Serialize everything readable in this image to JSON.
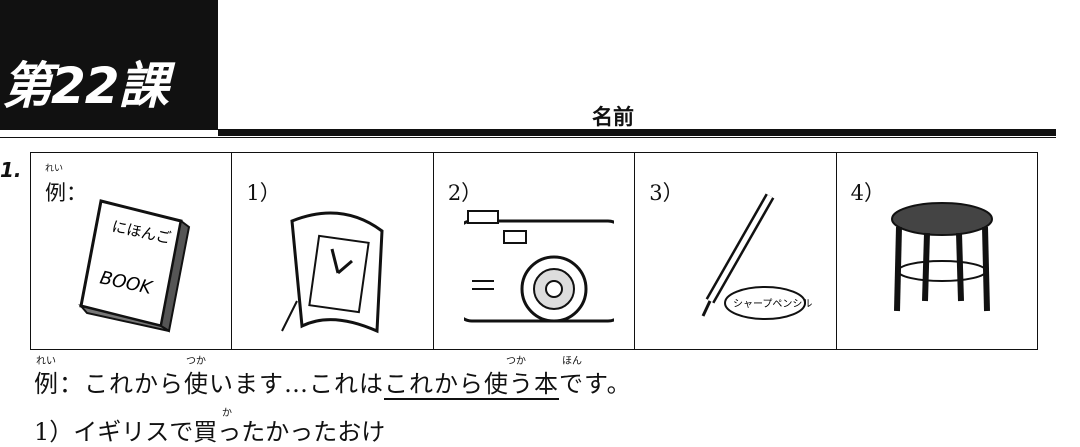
{
  "header": {
    "lesson_title": "第22課",
    "name_label": "名前"
  },
  "exercise": {
    "number": "1.",
    "cells": [
      {
        "label": "例：",
        "ruby": "れい",
        "icon": "book-icon",
        "book_text_top": "にほんご",
        "book_text_bottom": "BOOK"
      },
      {
        "label": "1）",
        "icon": "clock-icon"
      },
      {
        "label": "2）",
        "icon": "camera-icon"
      },
      {
        "label": "3）",
        "icon": "mechanical-pencil-icon",
        "bubble_text": "シャープペンシル"
      },
      {
        "label": "4）",
        "icon": "stool-icon"
      }
    ],
    "example_sentence": {
      "ruby_rei": "れい",
      "ruby_tsuka1": "つか",
      "ruby_tsuka2": "つか",
      "ruby_hon": "ほん",
      "part1": "例：これから使います…これは",
      "underlined": "これから使う本",
      "part2": "です。"
    },
    "next_line": "1）イギリスで買ったかったおけ",
    "next_ruby": "か"
  }
}
